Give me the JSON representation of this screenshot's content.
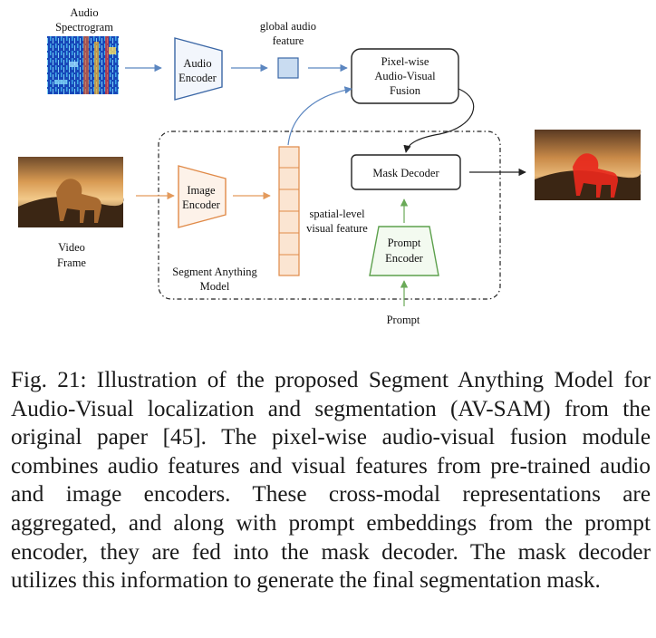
{
  "figure": {
    "audio_spectrogram_label": [
      "Audio",
      "Spectrogram"
    ],
    "audio_encoder_label": [
      "Audio",
      "Encoder"
    ],
    "global_audio_feature_label": [
      "global audio",
      "feature"
    ],
    "fusion_label": [
      "Pixel-wise",
      "Audio-Visual",
      "Fusion"
    ],
    "video_frame_label": [
      "Video",
      "Frame"
    ],
    "image_encoder_label": [
      "Image",
      "Encoder"
    ],
    "spatial_feature_label": [
      "spatial-level",
      "visual feature"
    ],
    "mask_decoder_label": "Mask Decoder",
    "prompt_encoder_label": [
      "Prompt",
      "Encoder"
    ],
    "sam_label": [
      "Segment Anything",
      "Model"
    ],
    "prompt_label": "Prompt",
    "colors": {
      "audio_encoder_stroke": "#3b67a6",
      "audio_encoder_fill": "#f2f6fc",
      "global_feature_fill": "#c9dcf1",
      "image_encoder_stroke": "#e08a48",
      "image_encoder_fill": "#fdf2e9",
      "spatial_feature_fill": "#fbe5d2",
      "prompt_encoder_stroke": "#5ca04c",
      "prompt_encoder_fill": "#f3faf0"
    }
  },
  "caption": "Fig. 21: Illustration of the proposed Segment Anything Model for Audio-Visual localization and segmentation (AV-SAM) from the original paper [45]. The pixel-wise audio-visual fusion module combines audio features and visual features from pre-trained audio and image encoders. These cross-modal representations are aggregated, and along with prompt embeddings from the prompt encoder, they are fed into the mask decoder. The mask decoder utilizes this information to generate the final segmentation mask."
}
